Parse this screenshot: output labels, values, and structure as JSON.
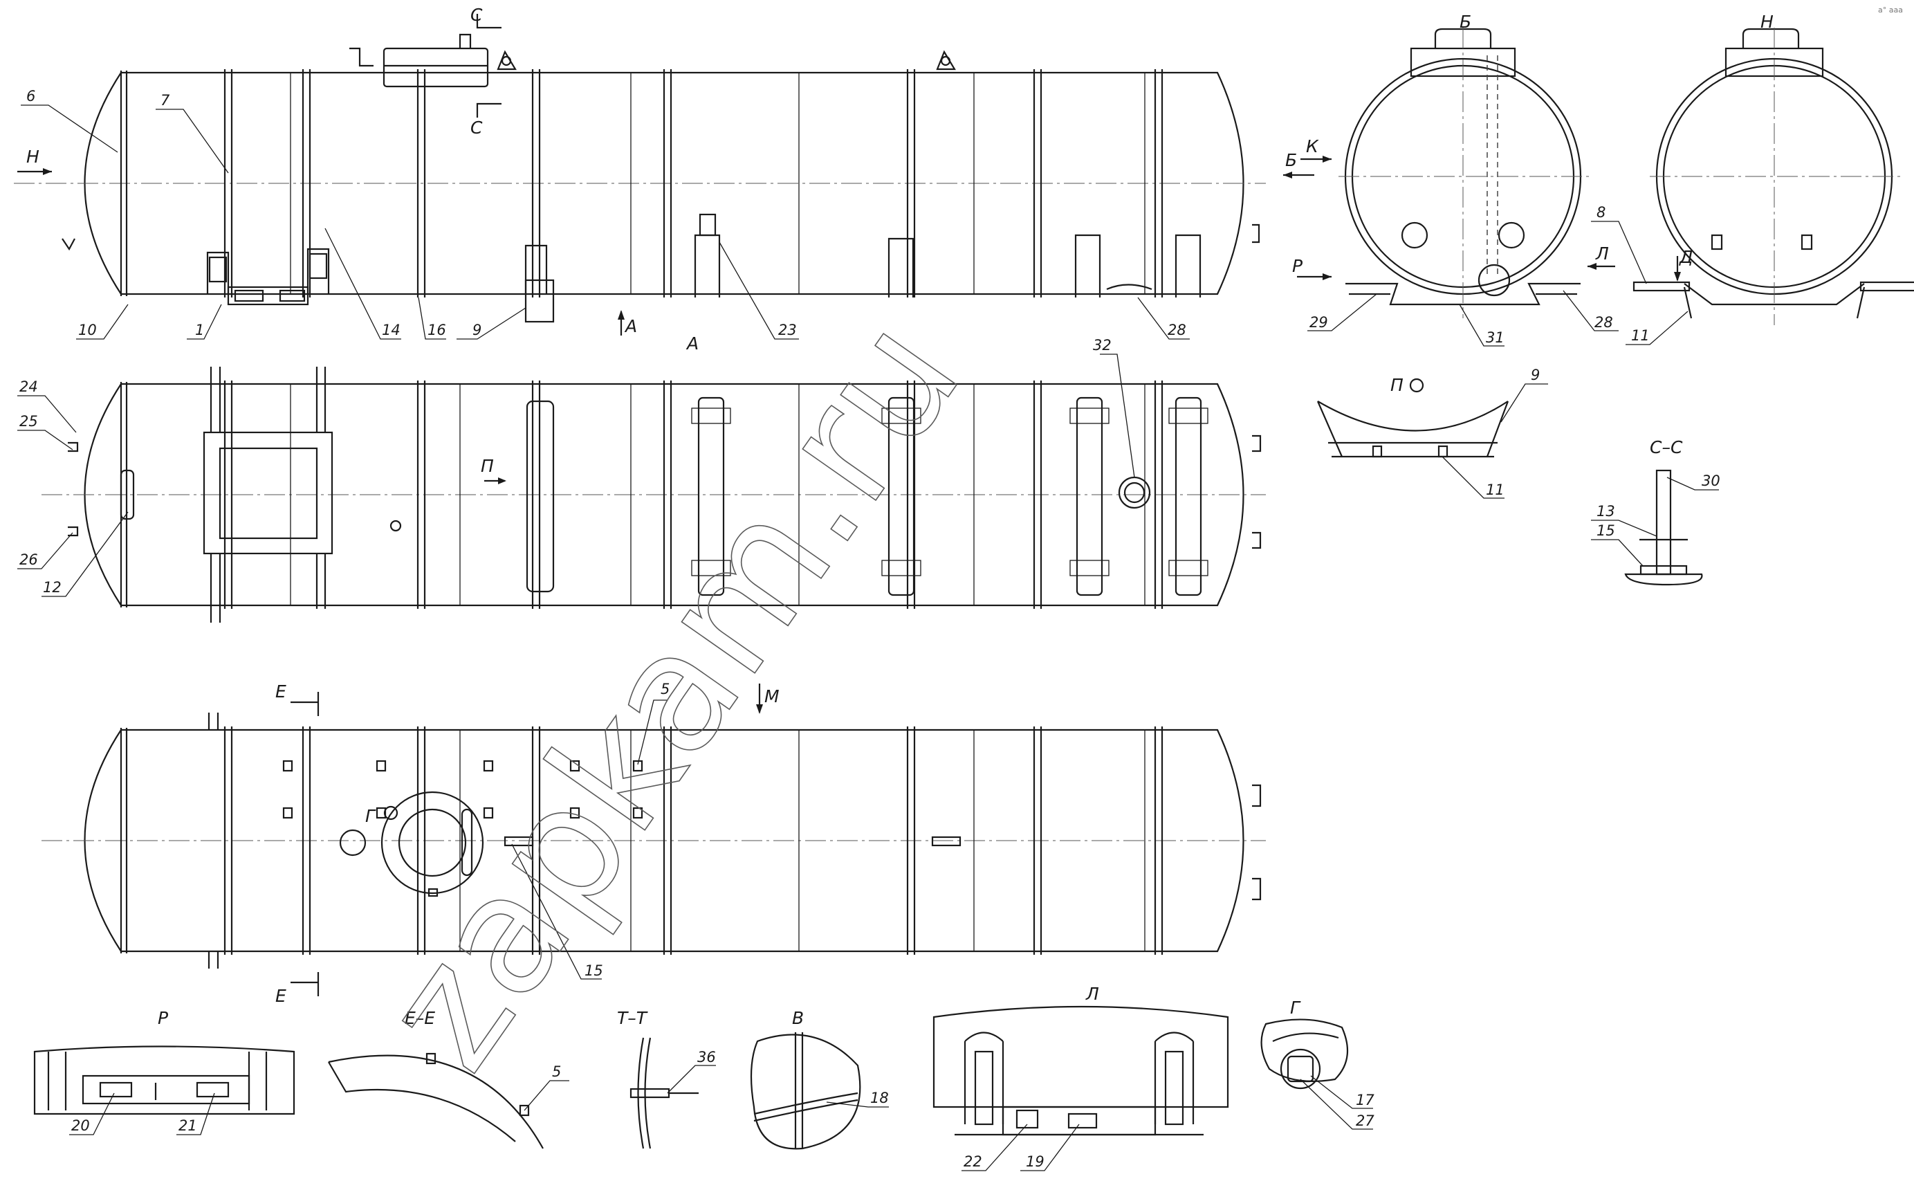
{
  "watermark": "zapkam.ru",
  "corner_mark": "а° ааа",
  "views": {
    "A": "А",
    "N": "Н",
    "B": "Б",
    "K": "К",
    "R": "Р",
    "L": "Л",
    "V": "В",
    "D": "Д",
    "P": "П",
    "M": "М",
    "G": "Г",
    "E": "Е",
    "S": "С",
    "SS": "С–С",
    "EE": "Е–Е",
    "TT": "Т–Т"
  },
  "callouts": [
    {
      "id": "c6",
      "text": "6"
    },
    {
      "id": "c7",
      "text": "7"
    },
    {
      "id": "c10",
      "text": "10"
    },
    {
      "id": "c1",
      "text": "1"
    },
    {
      "id": "c14",
      "text": "14"
    },
    {
      "id": "c16",
      "text": "16"
    },
    {
      "id": "c9a",
      "text": "9"
    },
    {
      "id": "c23",
      "text": "23"
    },
    {
      "id": "c28a",
      "text": "28"
    },
    {
      "id": "c24",
      "text": "24"
    },
    {
      "id": "c25",
      "text": "25"
    },
    {
      "id": "c26",
      "text": "26"
    },
    {
      "id": "c12",
      "text": "12"
    },
    {
      "id": "c32",
      "text": "32"
    },
    {
      "id": "c5a",
      "text": "5"
    },
    {
      "id": "c15a",
      "text": "15"
    },
    {
      "id": "c29",
      "text": "29"
    },
    {
      "id": "c31",
      "text": "31"
    },
    {
      "id": "c28b",
      "text": "28"
    },
    {
      "id": "c8",
      "text": "8"
    },
    {
      "id": "c11a",
      "text": "11"
    },
    {
      "id": "c9b",
      "text": "9"
    },
    {
      "id": "c11b",
      "text": "11"
    },
    {
      "id": "c30",
      "text": "30"
    },
    {
      "id": "c13",
      "text": "13"
    },
    {
      "id": "c15b",
      "text": "15"
    },
    {
      "id": "c20",
      "text": "20"
    },
    {
      "id": "c21",
      "text": "21"
    },
    {
      "id": "c5b",
      "text": "5"
    },
    {
      "id": "c36",
      "text": "36"
    },
    {
      "id": "c18",
      "text": "18"
    },
    {
      "id": "c22",
      "text": "22"
    },
    {
      "id": "c19",
      "text": "19"
    },
    {
      "id": "c17",
      "text": "17"
    },
    {
      "id": "c27",
      "text": "27"
    }
  ]
}
